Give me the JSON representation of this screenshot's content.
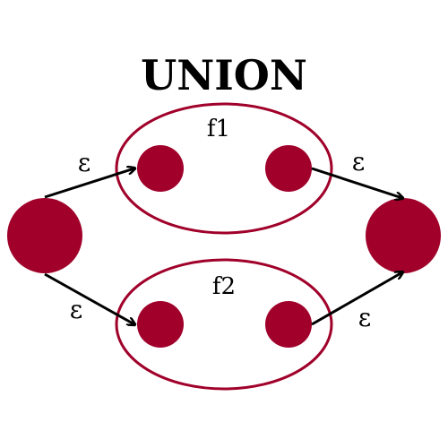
{
  "title": "UNION",
  "groups": [
    {
      "label": "f1"
    },
    {
      "label": "f2"
    }
  ],
  "edges": [
    {
      "label": "ε"
    },
    {
      "label": "ε"
    },
    {
      "label": "ε"
    },
    {
      "label": "ε"
    }
  ],
  "colors": {
    "state": "#a0002a",
    "edge": "#000000"
  }
}
